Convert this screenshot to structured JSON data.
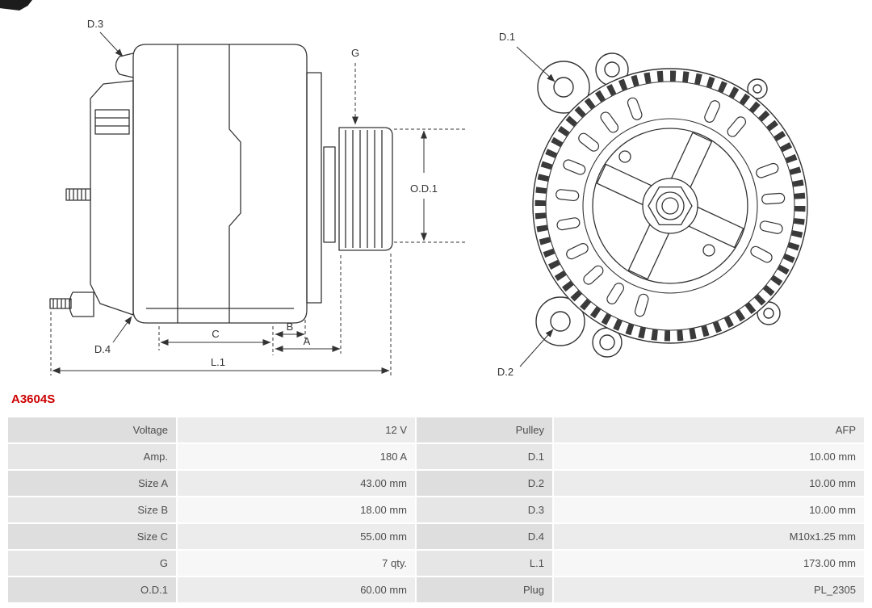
{
  "part_number": {
    "text": "A3604S",
    "color": "#cc0000"
  },
  "drawings": {
    "side_view": {
      "d3": "D.3",
      "d4": "D.4",
      "g": "G",
      "od1": "O.D.1",
      "c": "C",
      "b": "B",
      "a": "A",
      "l1": "L.1"
    },
    "front_view": {
      "d1": "D.1",
      "d2": "D.2"
    }
  },
  "spec_table": {
    "rows": [
      {
        "label_l": "Voltage",
        "value_l": "12 V",
        "label_r": "Pulley",
        "value_r": "AFP"
      },
      {
        "label_l": "Amp.",
        "value_l": "180 A",
        "label_r": "D.1",
        "value_r": "10.00 mm"
      },
      {
        "label_l": "Size A",
        "value_l": "43.00 mm",
        "label_r": "D.2",
        "value_r": "10.00 mm"
      },
      {
        "label_l": "Size B",
        "value_l": "18.00 mm",
        "label_r": "D.3",
        "value_r": "10.00 mm"
      },
      {
        "label_l": "Size C",
        "value_l": "55.00 mm",
        "label_r": "D.4",
        "value_r": "M10x1.25 mm"
      },
      {
        "label_l": "G",
        "value_l": "7 qty.",
        "label_r": "L.1",
        "value_r": "173.00 mm"
      },
      {
        "label_l": "O.D.1",
        "value_l": "60.00 mm",
        "label_r": "Plug",
        "value_r": "PL_2305"
      }
    ]
  }
}
